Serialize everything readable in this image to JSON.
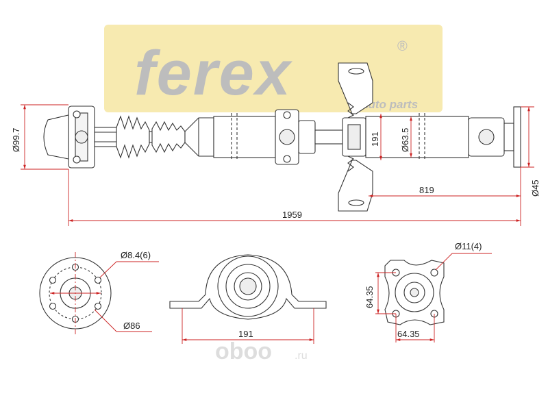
{
  "logo": {
    "brand": "ferex",
    "registered_mark": "®",
    "tagline": "auto parts",
    "bg_color": "#f7eab0",
    "text_color": "#bdbdbd"
  },
  "watermark": {
    "text": "oboo",
    "suffix": ".ru",
    "color": "#dddddd"
  },
  "colors": {
    "drawing_line": "#333333",
    "dimension_line": "#cc2222",
    "dimension_text": "#222222"
  },
  "dimensions": {
    "flange_diameter": "Ø99.7",
    "support_height": "191",
    "tube_diameter": "Ø63.5",
    "rear_section_length": "819",
    "rear_flange_diameter": "Ø45",
    "total_length": "1959",
    "bolt_holes_front": "Ø8.4(6)",
    "bolt_circle_front": "Ø86",
    "bearing_width": "191",
    "bolt_holes_rear": "Ø11(4)",
    "rear_square_v": "64.35",
    "rear_square_h": "64.35"
  }
}
